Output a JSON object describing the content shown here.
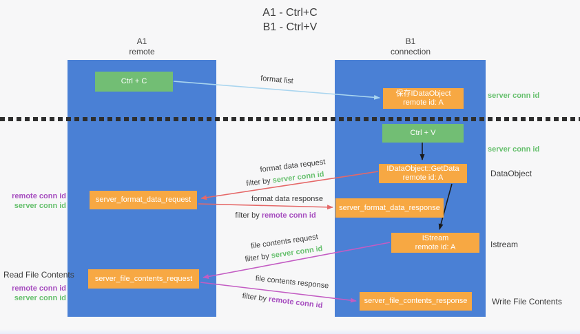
{
  "title": {
    "line1": "A1 - Ctrl+C",
    "line2": "B1 - Ctrl+V"
  },
  "lifelines": {
    "a1": {
      "name": "A1",
      "role": "remote"
    },
    "b1": {
      "name": "B1",
      "role": "connection"
    }
  },
  "nodes": {
    "ctrl_c": "Ctrl + C",
    "ctrl_v": "Ctrl + V",
    "save_idataobject": {
      "title": "保存IDataObject",
      "subtitle": "remote id: A"
    },
    "getdata": {
      "title": "IDataObject::GetData",
      "subtitle": "remote id: A"
    },
    "istream_box": {
      "title": "IStream",
      "subtitle": "remote id: A"
    },
    "format_request": "server_format_data_request",
    "format_response": "server_format_data_response",
    "file_request": "server_file_contents_request",
    "file_response": "server_file_contents_response"
  },
  "arrow_labels": {
    "format_list": "format list",
    "format_data_request": "format data request",
    "format_data_response": "format data response",
    "file_contents_request": "file contents request",
    "file_contents_response": "file contents response",
    "filter_by": "filter by "
  },
  "side_labels": {
    "server_conn_id": "server conn id",
    "remote_conn_id": "remote conn id",
    "data_object": "DataObject",
    "istream": "Istream",
    "read_file_contents": "Read File Contents",
    "write_file_contents": "Write File Contents"
  },
  "colors": {
    "lifeline_blue": "#4a80d5",
    "box_green": "#72be74",
    "box_orange": "#f7a843",
    "text_green": "#67c06e",
    "text_purple": "#a64dbf",
    "arrow_red": "#e56868",
    "arrow_magenta": "#c35cc3",
    "arrow_lightblue": "#a9d5ef",
    "arrow_black": "#1a1a1a"
  }
}
